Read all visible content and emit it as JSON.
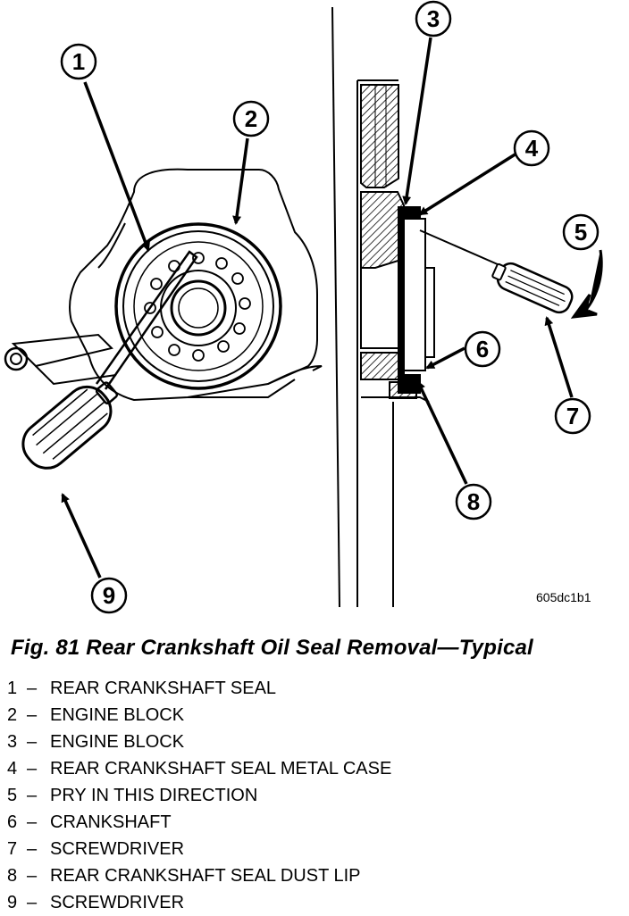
{
  "figure": {
    "callouts": [
      "1",
      "2",
      "3",
      "4",
      "5",
      "6",
      "7",
      "8",
      "9"
    ],
    "reference_code": "605dc1b1"
  },
  "caption": "Fig. 81 Rear Crankshaft Oil Seal Removal—Typical",
  "legend": [
    {
      "num": "1",
      "dash": "–",
      "text": "REAR CRANKSHAFT SEAL"
    },
    {
      "num": "2",
      "dash": "–",
      "text": "ENGINE BLOCK"
    },
    {
      "num": "3",
      "dash": "–",
      "text": "ENGINE BLOCK"
    },
    {
      "num": "4",
      "dash": "–",
      "text": "REAR CRANKSHAFT SEAL METAL CASE"
    },
    {
      "num": "5",
      "dash": "–",
      "text": "PRY IN THIS DIRECTION"
    },
    {
      "num": "6",
      "dash": "–",
      "text": "CRANKSHAFT"
    },
    {
      "num": "7",
      "dash": "–",
      "text": "SCREWDRIVER"
    },
    {
      "num": "8",
      "dash": "–",
      "text": "REAR CRANKSHAFT SEAL DUST LIP"
    },
    {
      "num": "9",
      "dash": "–",
      "text": "SCREWDRIVER"
    }
  ]
}
